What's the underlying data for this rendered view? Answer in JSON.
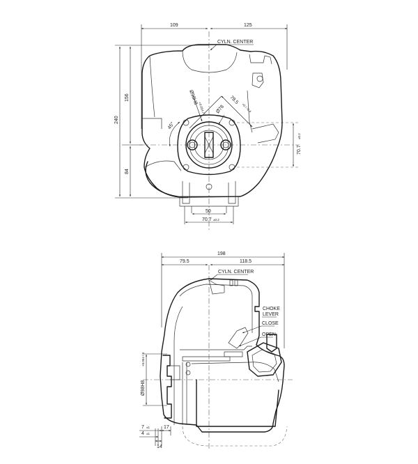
{
  "front_view": {
    "dims": {
      "left_half_width": "109",
      "right_half_width": "125",
      "total_height": "240",
      "upper_height": "156",
      "lower_height": "84",
      "flange_vertical": "70.7",
      "flange_vertical_tol": "±0.2",
      "mount_inner": "50",
      "mount_outer": "70.7",
      "mount_outer_tol": "±0.2",
      "bore_dia": "Ø98H8",
      "bore_tol": "+0.054 / 0",
      "pcd_dia": "Ø78",
      "diag": "78.5",
      "diag_tol": "+0 / -0.4",
      "angle": "45°"
    },
    "labels": {
      "cyln_center": "CYLN. CENTER"
    }
  },
  "side_view": {
    "dims": {
      "total_width": "198",
      "left_width": "79.5",
      "right_width": "118.5",
      "shaft_dia": "Ø98H8",
      "shaft_tol": "+0.054 / 0",
      "dim_7": "7",
      "dim_7_tol": "±1",
      "dim_4": "4",
      "dim_4_tol": "±1",
      "dim_17": "17",
      "dim_14": "14"
    },
    "labels": {
      "cyln_center": "CYLN. CENTER",
      "choke_lever_1": "CHOKE",
      "choke_lever_2": "LEVER",
      "close": "CLOSE",
      "open": "OPEN"
    }
  }
}
